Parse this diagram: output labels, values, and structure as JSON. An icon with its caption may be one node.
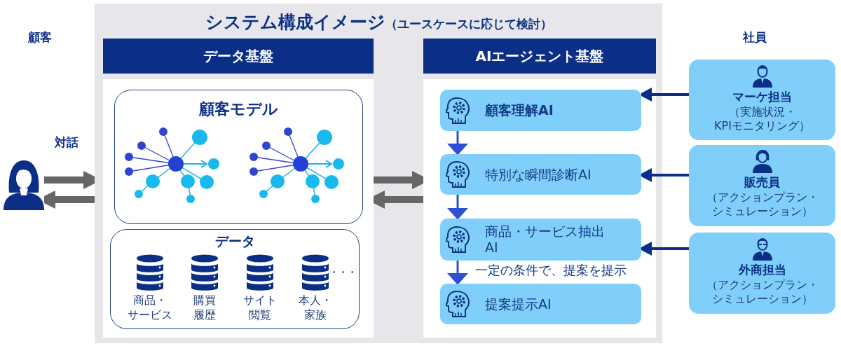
{
  "diagram": {
    "nodes": [
      {
        "text": [
          "システム構成イメージ",
          "（ユースケースに応じて検討）"
        ]
      },
      {
        "text": [
          "データ基盤"
        ],
        "in": 0
      },
      {
        "text": [
          "顧客モデル"
        ],
        "in": 1
      },
      {
        "text": [
          "データ"
        ],
        "in": 1
      },
      {
        "text": [
          "商品・サービス"
        ],
        "in": 3
      },
      {
        "text": [
          "購買履歴"
        ],
        "in": 3
      },
      {
        "text": [
          "サイト閲覧"
        ],
        "in": 3
      },
      {
        "text": [
          "本人・家族"
        ],
        "in": 3
      },
      {
        "text": [
          "AIエージェント基盤"
        ],
        "in": 0
      },
      {
        "text": [
          "顧客理解AI"
        ],
        "in": 8
      },
      {
        "text": [
          "特別な瞬間診断AI"
        ],
        "in": 8
      },
      {
        "text": [
          "商品・サービス抽出AI"
        ],
        "in": 8
      },
      {
        "text": [
          "提案提示AI"
        ],
        "in": 8
      },
      {
        "text": [],
        "shape": "person"
      },
      {
        "text": [
          "マーケ担当",
          "（実施状況・KPIモニタリング）"
        ]
      },
      {
        "text": [
          "販売員",
          "（アクションプラン・シミュレーション）"
        ]
      },
      {
        "text": [
          "外商担当",
          "（アクションプラン・シミュレーション）"
        ]
      }
    ],
    "edges": [
      {
        "from": 13,
        "to": 0,
        "arrow": "to",
        "style": "thick",
        "color": "#666666"
      },
      {
        "from": 0,
        "to": 13,
        "arrow": "to",
        "style": "thick",
        "color": "#666666"
      },
      {
        "from": 1,
        "to": 8,
        "arrow": "to",
        "style": "thick",
        "color": "#666666"
      },
      {
        "from": 8,
        "to": 1,
        "arrow": "to",
        "style": "thick",
        "color": "#666666"
      },
      {
        "from": 9,
        "to": 10,
        "arrow": "to",
        "color": "#2d4fd6"
      },
      {
        "from": 10,
        "to": 11,
        "arrow": "to",
        "color": "#2d4fd6"
      },
      {
        "from": 11,
        "to": 12,
        "arrow": "to",
        "color": "#2d4fd6",
        "label": "一定の条件で、提案を提示"
      },
      {
        "from": 14,
        "to": 9,
        "arrow": "to",
        "color": "#0b2f86"
      },
      {
        "from": 15,
        "to": 10,
        "arrow": "to",
        "color": "#0b2f86"
      },
      {
        "from": 16,
        "to": 11,
        "arrow": "to",
        "color": "#0b2f86"
      }
    ],
    "labels": [
      "顧客",
      "社員",
      "対話",
      "・・・"
    ]
  }
}
